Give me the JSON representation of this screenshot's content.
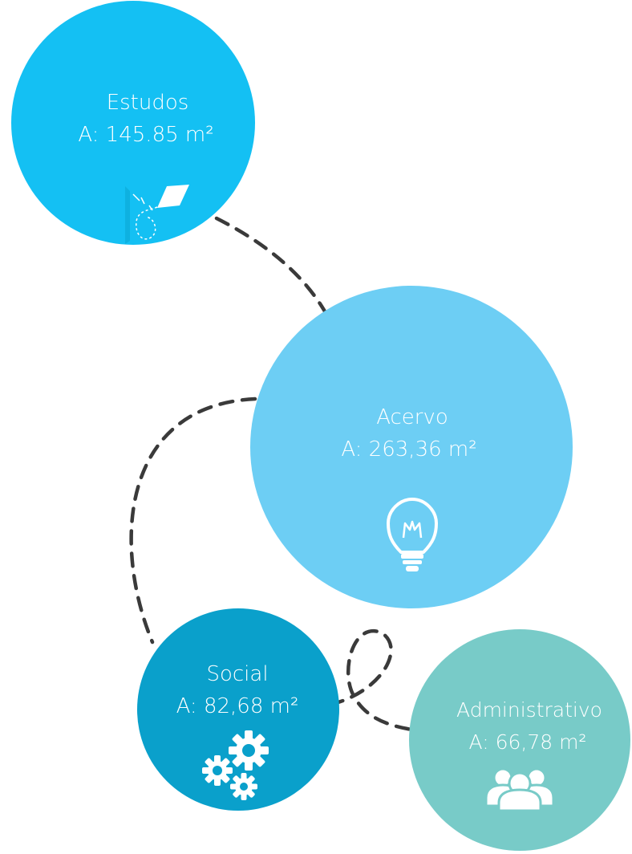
{
  "diagram": {
    "spaces": [
      {
        "id": "estudos",
        "name": "Estudos",
        "area": "A: 145.85 m²",
        "color": "#14c0f3",
        "icon": "kite-icon"
      },
      {
        "id": "acervo",
        "name": "Acervo",
        "area": "A: 263,36 m²",
        "color": "#6dcef4",
        "icon": "lightbulb-icon"
      },
      {
        "id": "social",
        "name": "Social",
        "area": "A: 82,68 m²",
        "color": "#0aa0cb",
        "icon": "gears-icon"
      },
      {
        "id": "administrativo",
        "name": "Administrativo",
        "area": "A: 66,78 m²",
        "color": "#78cbc8",
        "icon": "people-icon"
      }
    ],
    "connector_color": "#3a3a3a"
  }
}
